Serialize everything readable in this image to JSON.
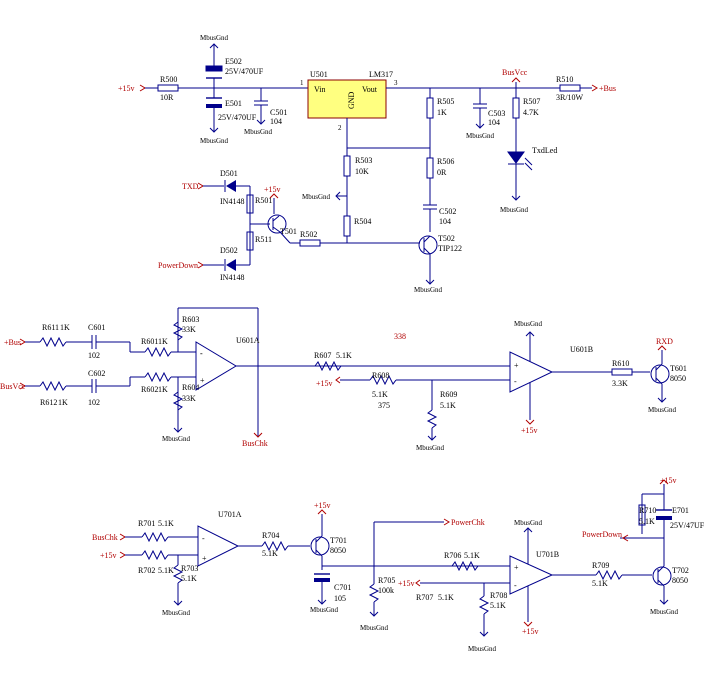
{
  "power": {
    "r500": {
      "ref": "R500",
      "val": "10R"
    },
    "vin_label": "+15v",
    "e502": {
      "ref": "E502",
      "val": "25V/470UF"
    },
    "e501": {
      "ref": "E501",
      "val": "25V/470UF"
    },
    "c501": {
      "ref": "C501",
      "val": "104"
    },
    "u501": {
      "ref": "U501",
      "part": "LM317",
      "vin": "Vin",
      "vout": "Vout",
      "gnd": "GND",
      "pin1": "1",
      "pin2": "2",
      "pin3": "3"
    },
    "r505": {
      "ref": "R505",
      "val": "1K"
    },
    "c503": {
      "ref": "C503",
      "val": "104"
    },
    "r507": {
      "ref": "R507",
      "val": "4.7K"
    },
    "busvcc": "BusVcc",
    "r510": {
      "ref": "R510",
      "val": "3R/10W"
    },
    "bus_label": "+Bus",
    "txdled": "TxdLed",
    "r503": {
      "ref": "R503",
      "val": "10K"
    },
    "r506": {
      "ref": "R506",
      "val": "0R"
    },
    "c502": {
      "ref": "C502",
      "val": "104"
    },
    "r504": {
      "ref": "R504"
    },
    "d501": {
      "ref": "D501",
      "val": "IN4148"
    },
    "d502": {
      "ref": "D502",
      "val": "IN4148"
    },
    "txd": "TXD",
    "powerdown": "PowerDown",
    "r501": {
      "ref": "R501"
    },
    "r511": {
      "ref": "R511"
    },
    "t501": {
      "ref": "T501"
    },
    "r502": {
      "ref": "R502"
    },
    "t502": {
      "ref": "T502",
      "val": "TIP122"
    },
    "plus15": "+15v",
    "gnd": "MbusGnd"
  },
  "rx": {
    "bus_in": "+Bus",
    "busvcc_in": "BusVcc",
    "r611": {
      "ref": "R611",
      "val": "1K"
    },
    "r612": {
      "ref": "R612",
      "val": "1K"
    },
    "c601": {
      "ref": "C601",
      "val": "102"
    },
    "c602": {
      "ref": "C602",
      "val": "102"
    },
    "r601": {
      "ref": "R601",
      "val": "1K"
    },
    "r602": {
      "ref": "R602",
      "val": "1K"
    },
    "r603": {
      "ref": "R603",
      "val": "33K"
    },
    "r604": {
      "ref": "R604",
      "val": "33K"
    },
    "u601a": "U601A",
    "buschk": "BusChk",
    "note338": "338",
    "note375": "375",
    "r607": {
      "ref": "R607",
      "val": "5.1K"
    },
    "r608": {
      "ref": "R608",
      "val": "5.1K"
    },
    "r609": {
      "ref": "R609",
      "val": "5.1K"
    },
    "u601b": "U601B",
    "r610": {
      "ref": "R610",
      "val": "3.3K"
    },
    "t601": {
      "ref": "T601",
      "val": "8050"
    },
    "rxd": "RXD"
  },
  "chk": {
    "buschk": "BusChk",
    "r701": {
      "ref": "R701",
      "val": "5.1K"
    },
    "r702": {
      "ref": "R702",
      "val": "5.1K"
    },
    "r703": {
      "ref": "R703",
      "val": "5.1K"
    },
    "u701a": "U701A",
    "r704": {
      "ref": "R704",
      "val": "5.1K"
    },
    "t701": {
      "ref": "T701",
      "val": "8050"
    },
    "c701": {
      "ref": "C701",
      "val": "105"
    },
    "r705": {
      "ref": "R705",
      "val": "100k"
    },
    "powerchk": "PowerChk",
    "r706": {
      "ref": "R706",
      "val": "5.1K"
    },
    "r707": {
      "ref": "R707",
      "val": "5.1K"
    },
    "r708": {
      "ref": "R708",
      "val": "5.1K"
    },
    "u701b": "U701B",
    "r709": {
      "ref": "R709",
      "val": "5.1K"
    },
    "t702": {
      "ref": "T702",
      "val": "8050"
    },
    "r710": {
      "ref": "R710",
      "val": "5.1K"
    },
    "e701": {
      "ref": "E701",
      "val": "25V/47UF"
    },
    "powerdown": "PowerDown"
  }
}
